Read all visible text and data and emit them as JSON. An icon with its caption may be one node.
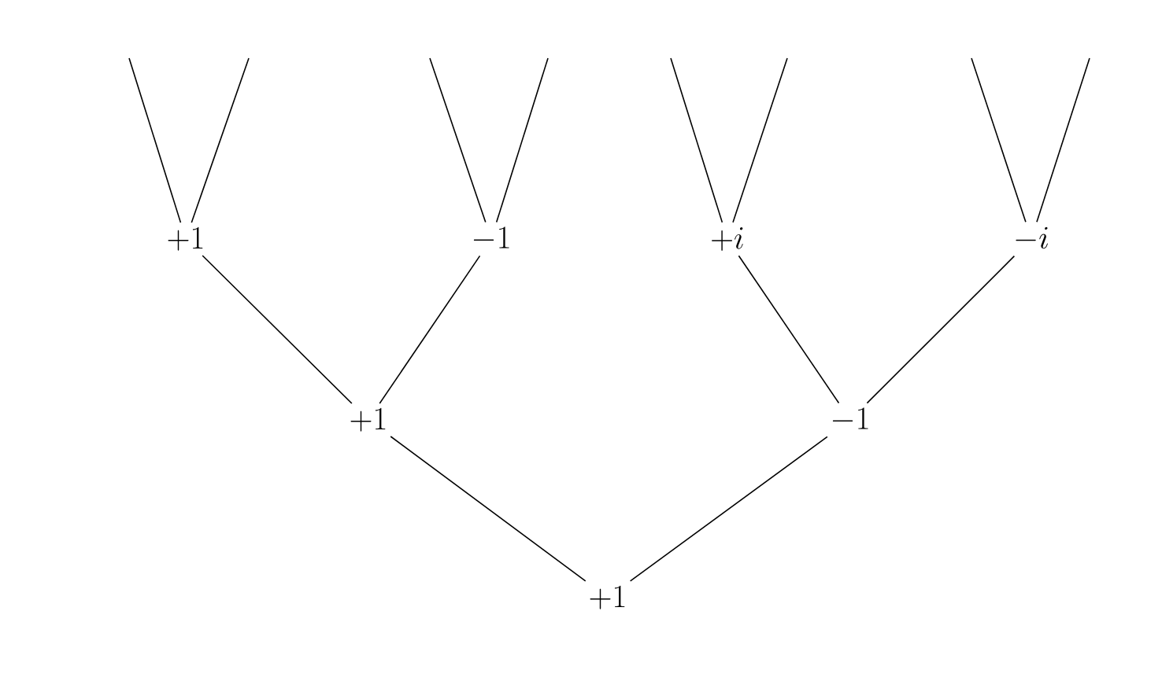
{
  "diagram": {
    "nodes": [
      {
        "text": [
          "+1"
        ]
      },
      {
        "text": [
          "-1"
        ]
      },
      {
        "text": [
          "+i"
        ]
      },
      {
        "text": [
          "-i"
        ]
      },
      {
        "text": [
          "+1"
        ]
      },
      {
        "text": [
          "-1"
        ]
      },
      {
        "text": [
          "+1"
        ]
      }
    ],
    "edges": [
      {
        "from": null,
        "to": 0,
        "arrow": "none"
      },
      {
        "from": null,
        "to": 0,
        "arrow": "none"
      },
      {
        "from": null,
        "to": 1,
        "arrow": "none"
      },
      {
        "from": null,
        "to": 1,
        "arrow": "none"
      },
      {
        "from": null,
        "to": 2,
        "arrow": "none"
      },
      {
        "from": null,
        "to": 2,
        "arrow": "none"
      },
      {
        "from": null,
        "to": 3,
        "arrow": "none"
      },
      {
        "from": null,
        "to": 3,
        "arrow": "none"
      },
      {
        "from": 4,
        "to": 0,
        "arrow": "none"
      },
      {
        "from": 4,
        "to": 1,
        "arrow": "none"
      },
      {
        "from": 5,
        "to": 2,
        "arrow": "none"
      },
      {
        "from": 5,
        "to": 3,
        "arrow": "none"
      },
      {
        "from": 6,
        "to": 4,
        "arrow": "none"
      },
      {
        "from": 6,
        "to": 5,
        "arrow": "none"
      }
    ]
  }
}
